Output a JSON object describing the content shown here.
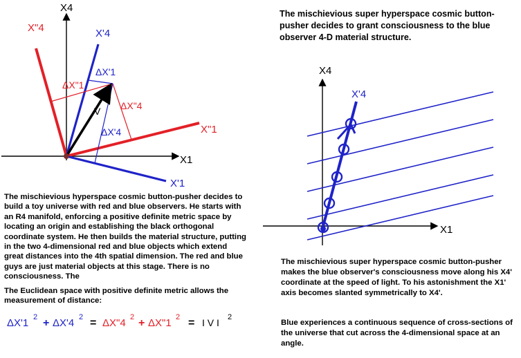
{
  "left_diagram": {
    "labels": {
      "x4": "X4",
      "x1": "X1",
      "x4_red": "X\"4",
      "x4_blue": "X'4",
      "x1_red": "X\"1",
      "x1_blue": "X'1",
      "dx1_blue": "ΔX'1",
      "dx1_red": "ΔX\"1",
      "dx4_red": "ΔX\"4",
      "dx4_blue": "ΔX'4",
      "v": "V"
    },
    "colors": {
      "red": "#e32027",
      "blue": "#1f23c8",
      "black": "#000000"
    }
  },
  "left_text": {
    "paragraph": "The mischievious hyperspace cosmic button-pusher decides to build a toy universe with red and blue observers. He starts with an R4 manifold, enforcing a positive definite metric space by locating an origin and establishing the black orthogonal coordinate system. He then builds the material structure, putting in the two 4-dimensional red and blue objects which extend great distances into the 4th spatial dimension.  The red and blue guys are just material objects at this stage. There is no consciousness.     The",
    "euclidean": "The Euclidean space with positive definite metric allows the measurement of distance:"
  },
  "equation": {
    "term1": "ΔX'1",
    "term2": "ΔX'4",
    "term3": "ΔX\"4",
    "term4": "ΔX\"1",
    "plus": "+",
    "equals": "=",
    "rhs": "I V I",
    "exponent": "2"
  },
  "right_title": "The mischievious super hyperspace cosmic button-pusher decides to grant consciousness to the blue observer 4-D material structure.",
  "right_diagram": {
    "labels": {
      "x4": "X4",
      "x1": "X1",
      "x4_blue": "X'4"
    }
  },
  "right_text": {
    "paragraph1": "The mischievious super hyperspace cosmic button-pusher makes the blue observer's consciousness move along his X4'   coordinate at the speed of light. To his astonishment the X1'   axis becomes slanted symmetrically to X4'.",
    "paragraph2": "Blue experiences a continuous sequence of cross-sections of the universe that cut across the 4-dimensional space at an angle."
  }
}
